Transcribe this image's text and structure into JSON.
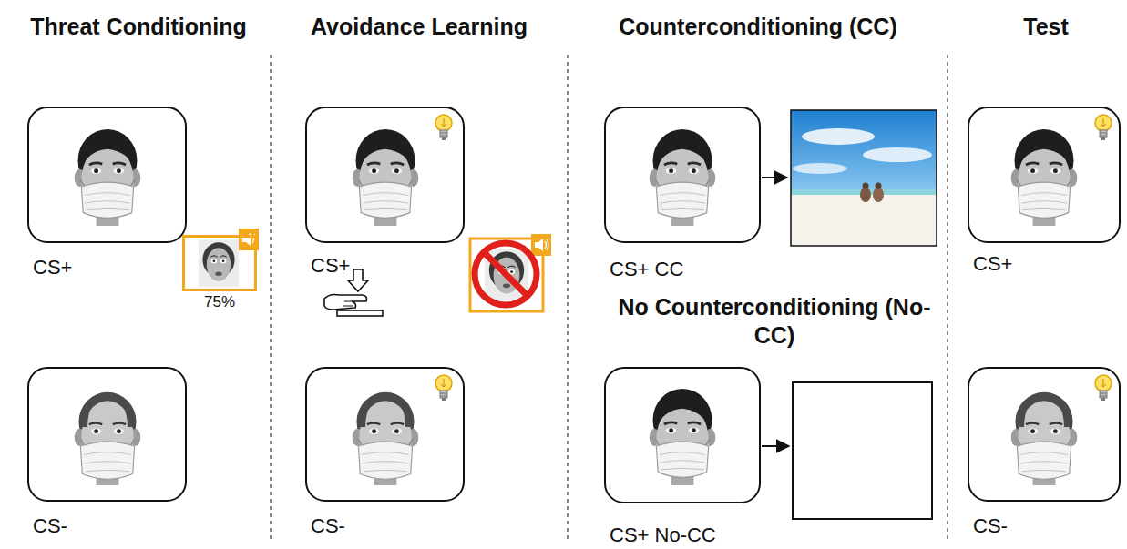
{
  "diagram": {
    "nodes": [
      {
        "text": [
          "CS+"
        ]
      },
      {
        "text": [
          "75%"
        ]
      },
      {
        "text": [
          "CS-"
        ]
      },
      {
        "text": [
          "CS+"
        ]
      },
      {
        "text": [
          "CS-"
        ]
      },
      {
        "text": [
          "CS+ CC"
        ]
      },
      {
        "text": [
          "CS+ No-CC"
        ]
      },
      {
        "text": [
          "CS+"
        ]
      },
      {
        "text": [
          "CS-"
        ]
      }
    ],
    "labels": [
      "Threat Conditioning",
      "Avoidance Learning",
      "Counterconditioning (CC)",
      "Test",
      "No Counterconditioning (No-CC)"
    ]
  }
}
